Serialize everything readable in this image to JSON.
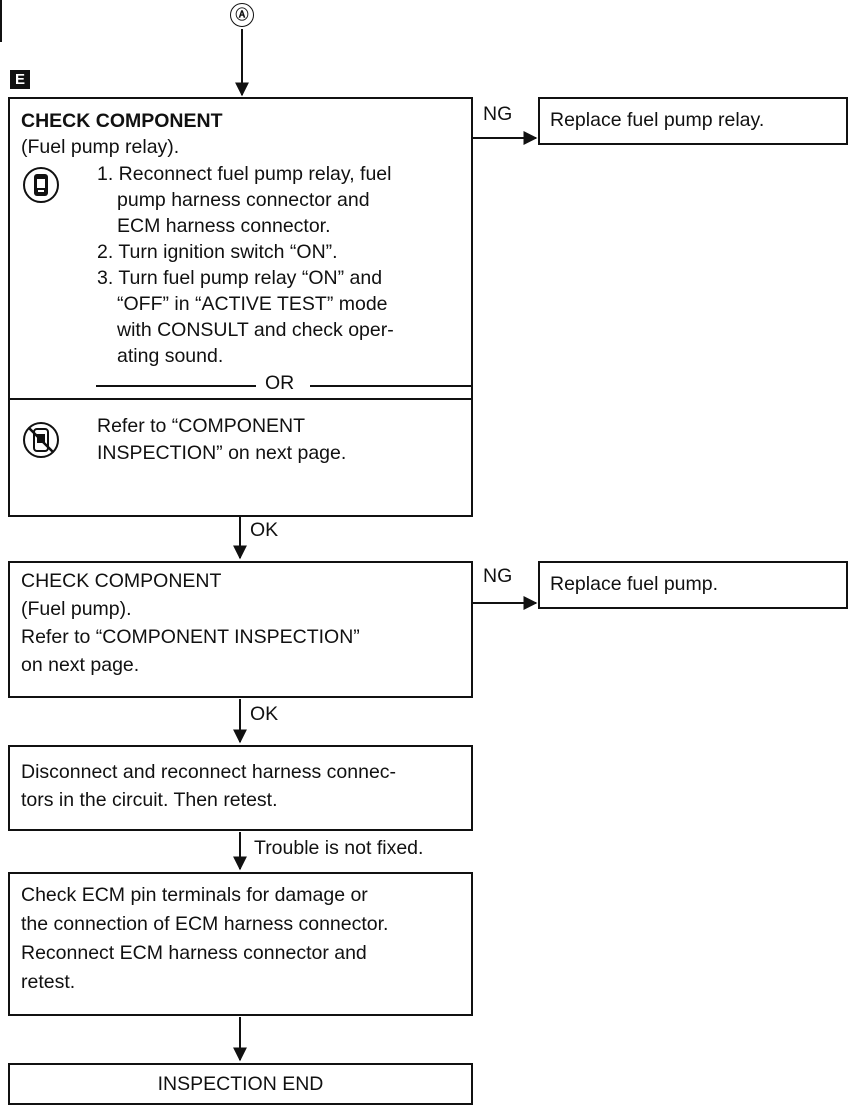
{
  "connector_in": "Ⓐ",
  "section_marker": "E",
  "step1": {
    "title": "CHECK COMPONENT",
    "subtitle": "(Fuel pump relay).",
    "consult_steps": [
      "1. Reconnect fuel pump relay, fuel",
      "pump harness connector and",
      "ECM harness connector.",
      "2. Turn ignition switch “ON”.",
      "3. Turn fuel pump relay “ON” and",
      "“OFF” in “ACTIVE TEST” mode",
      "with CONSULT and check oper-",
      "ating sound."
    ],
    "or_label": "OR",
    "alt_lines": [
      "Refer to “COMPONENT",
      "INSPECTION” on next page."
    ],
    "ng_label": "NG",
    "ng_action": "Replace fuel pump relay.",
    "ok_label": "OK"
  },
  "step2": {
    "lines": [
      "CHECK COMPONENT",
      "(Fuel pump).",
      "Refer to “COMPONENT INSPECTION”",
      "on next page."
    ],
    "ng_label": "NG",
    "ng_action": "Replace fuel pump.",
    "ok_label": "OK"
  },
  "step3": {
    "lines": [
      "Disconnect and reconnect harness connec-",
      "tors in the circuit. Then retest."
    ],
    "result_label": "Trouble is not fixed."
  },
  "step4": {
    "lines": [
      "Check ECM pin terminals for damage or",
      "the connection of ECM harness connector.",
      "Reconnect ECM harness connector and",
      "retest."
    ]
  },
  "end": {
    "label": "INSPECTION END"
  }
}
